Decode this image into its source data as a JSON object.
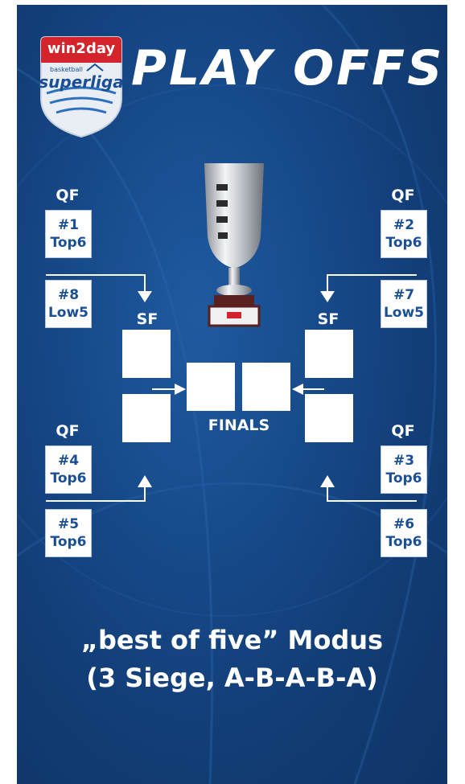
{
  "logo": {
    "brand": "win2day",
    "small": "basketball",
    "name": "superliga"
  },
  "title": "PLAY OFFS",
  "labels": {
    "qf": "QF",
    "sf": "SF",
    "finals": "FINALS"
  },
  "seeds": {
    "tl1": {
      "num": "#1",
      "group": "Top6"
    },
    "tl2": {
      "num": "#8",
      "group": "Low5"
    },
    "tr1": {
      "num": "#2",
      "group": "Top6"
    },
    "tr2": {
      "num": "#7",
      "group": "Low5"
    },
    "bl1": {
      "num": "#4",
      "group": "Top6"
    },
    "bl2": {
      "num": "#5",
      "group": "Top6"
    },
    "br1": {
      "num": "#3",
      "group": "Top6"
    },
    "br2": {
      "num": "#6",
      "group": "Top6"
    }
  },
  "footer": {
    "line1": "„best of five” Modus",
    "line2": "(3 Siege, A-B-A-B-A)"
  },
  "colors": {
    "background": "#174a8a",
    "seed_text": "#1a4f95",
    "logo_red": "#d3242c",
    "white": "#ffffff"
  }
}
